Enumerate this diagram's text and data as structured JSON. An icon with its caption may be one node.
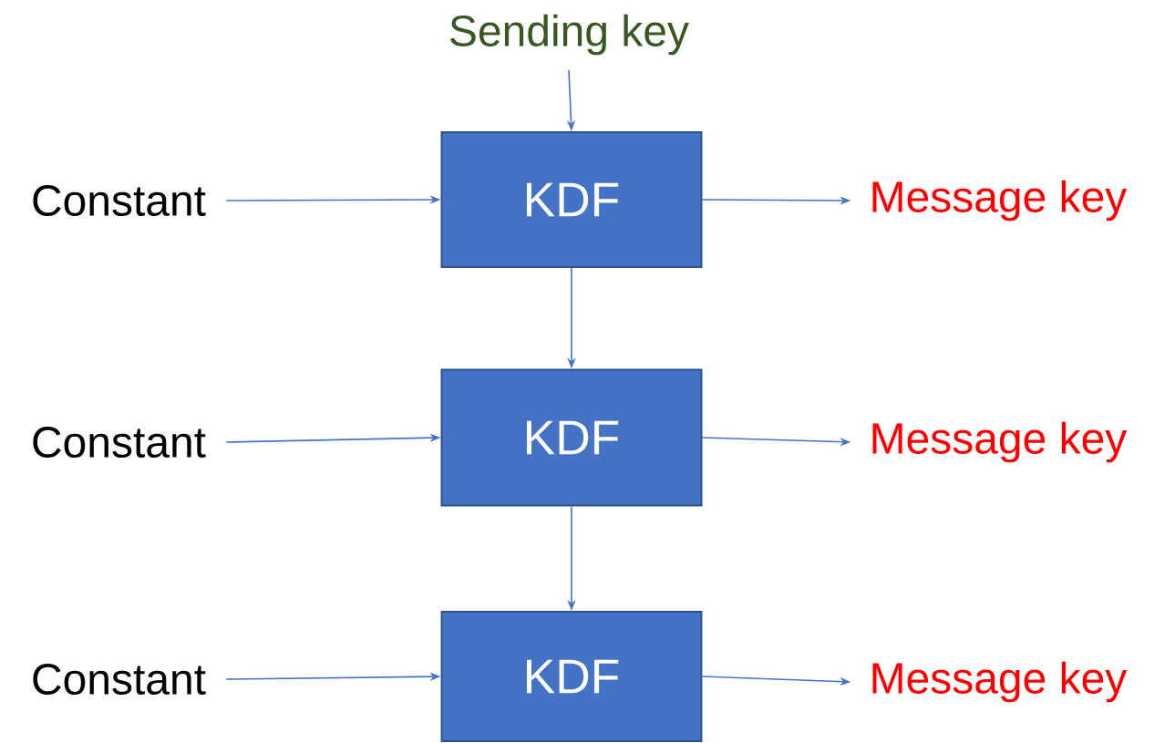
{
  "diagram": {
    "nodes": [
      {
        "text": [
          "Sending key"
        ]
      },
      {
        "text": [
          "Constant"
        ]
      },
      {
        "text": [
          "KDF"
        ]
      },
      {
        "text": [
          "Message key"
        ]
      },
      {
        "text": [
          "Constant"
        ]
      },
      {
        "text": [
          "KDF"
        ]
      },
      {
        "text": [
          "Message key"
        ]
      },
      {
        "text": [
          "Constant"
        ]
      },
      {
        "text": [
          "KDF"
        ]
      },
      {
        "text": [
          "Message key"
        ]
      }
    ],
    "edges": [
      {
        "from": 0,
        "to": 2,
        "arrow": "to"
      },
      {
        "from": 1,
        "to": 2,
        "arrow": "to"
      },
      {
        "from": 2,
        "to": 3,
        "arrow": "to"
      },
      {
        "from": 2,
        "to": 5,
        "arrow": "to"
      },
      {
        "from": 4,
        "to": 5,
        "arrow": "to"
      },
      {
        "from": 5,
        "to": 6,
        "arrow": "to"
      },
      {
        "from": 5,
        "to": 8,
        "arrow": "to"
      },
      {
        "from": 7,
        "to": 8,
        "arrow": "to"
      },
      {
        "from": 8,
        "to": 9,
        "arrow": "to"
      }
    ]
  }
}
